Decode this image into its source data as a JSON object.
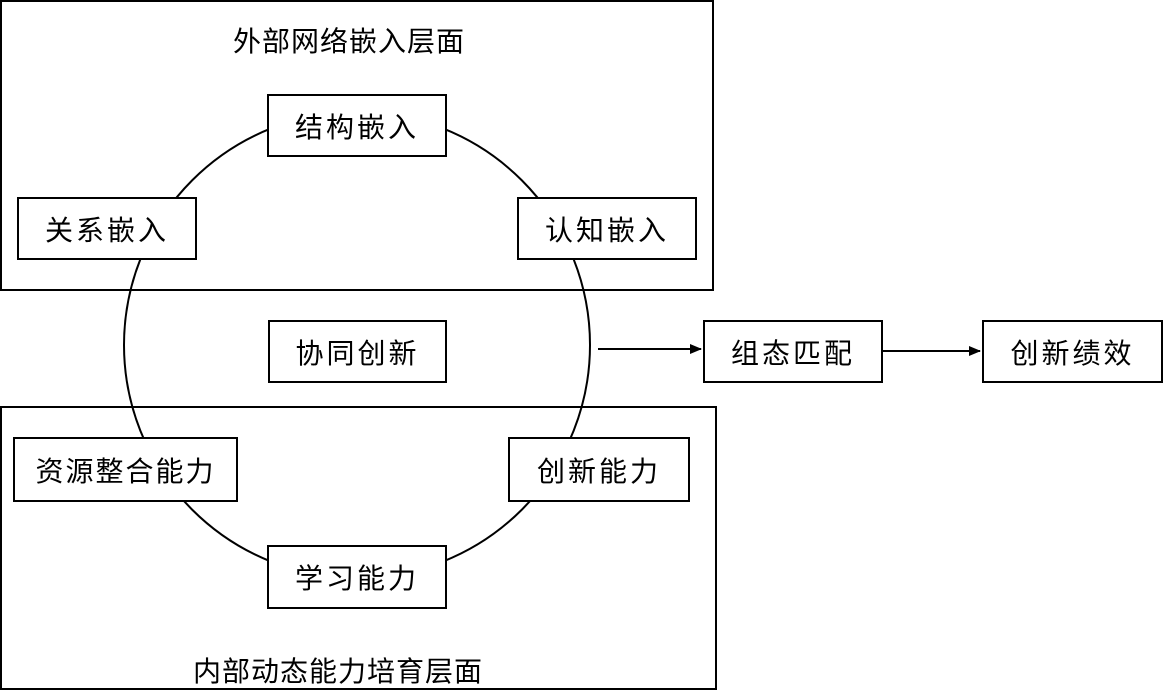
{
  "layers": {
    "external": "外部网络嵌入层面",
    "internal": "内部动态能力培育层面"
  },
  "cycle_nodes": {
    "structural": "结构嵌入",
    "relational": "关系嵌入",
    "cognitive": "认知嵌入",
    "resource": "资源整合能力",
    "innovation_capability": "创新能力",
    "learning": "学习能力"
  },
  "center": "协同创新",
  "flow": {
    "configuration": "组态匹配",
    "performance": "创新绩效"
  }
}
